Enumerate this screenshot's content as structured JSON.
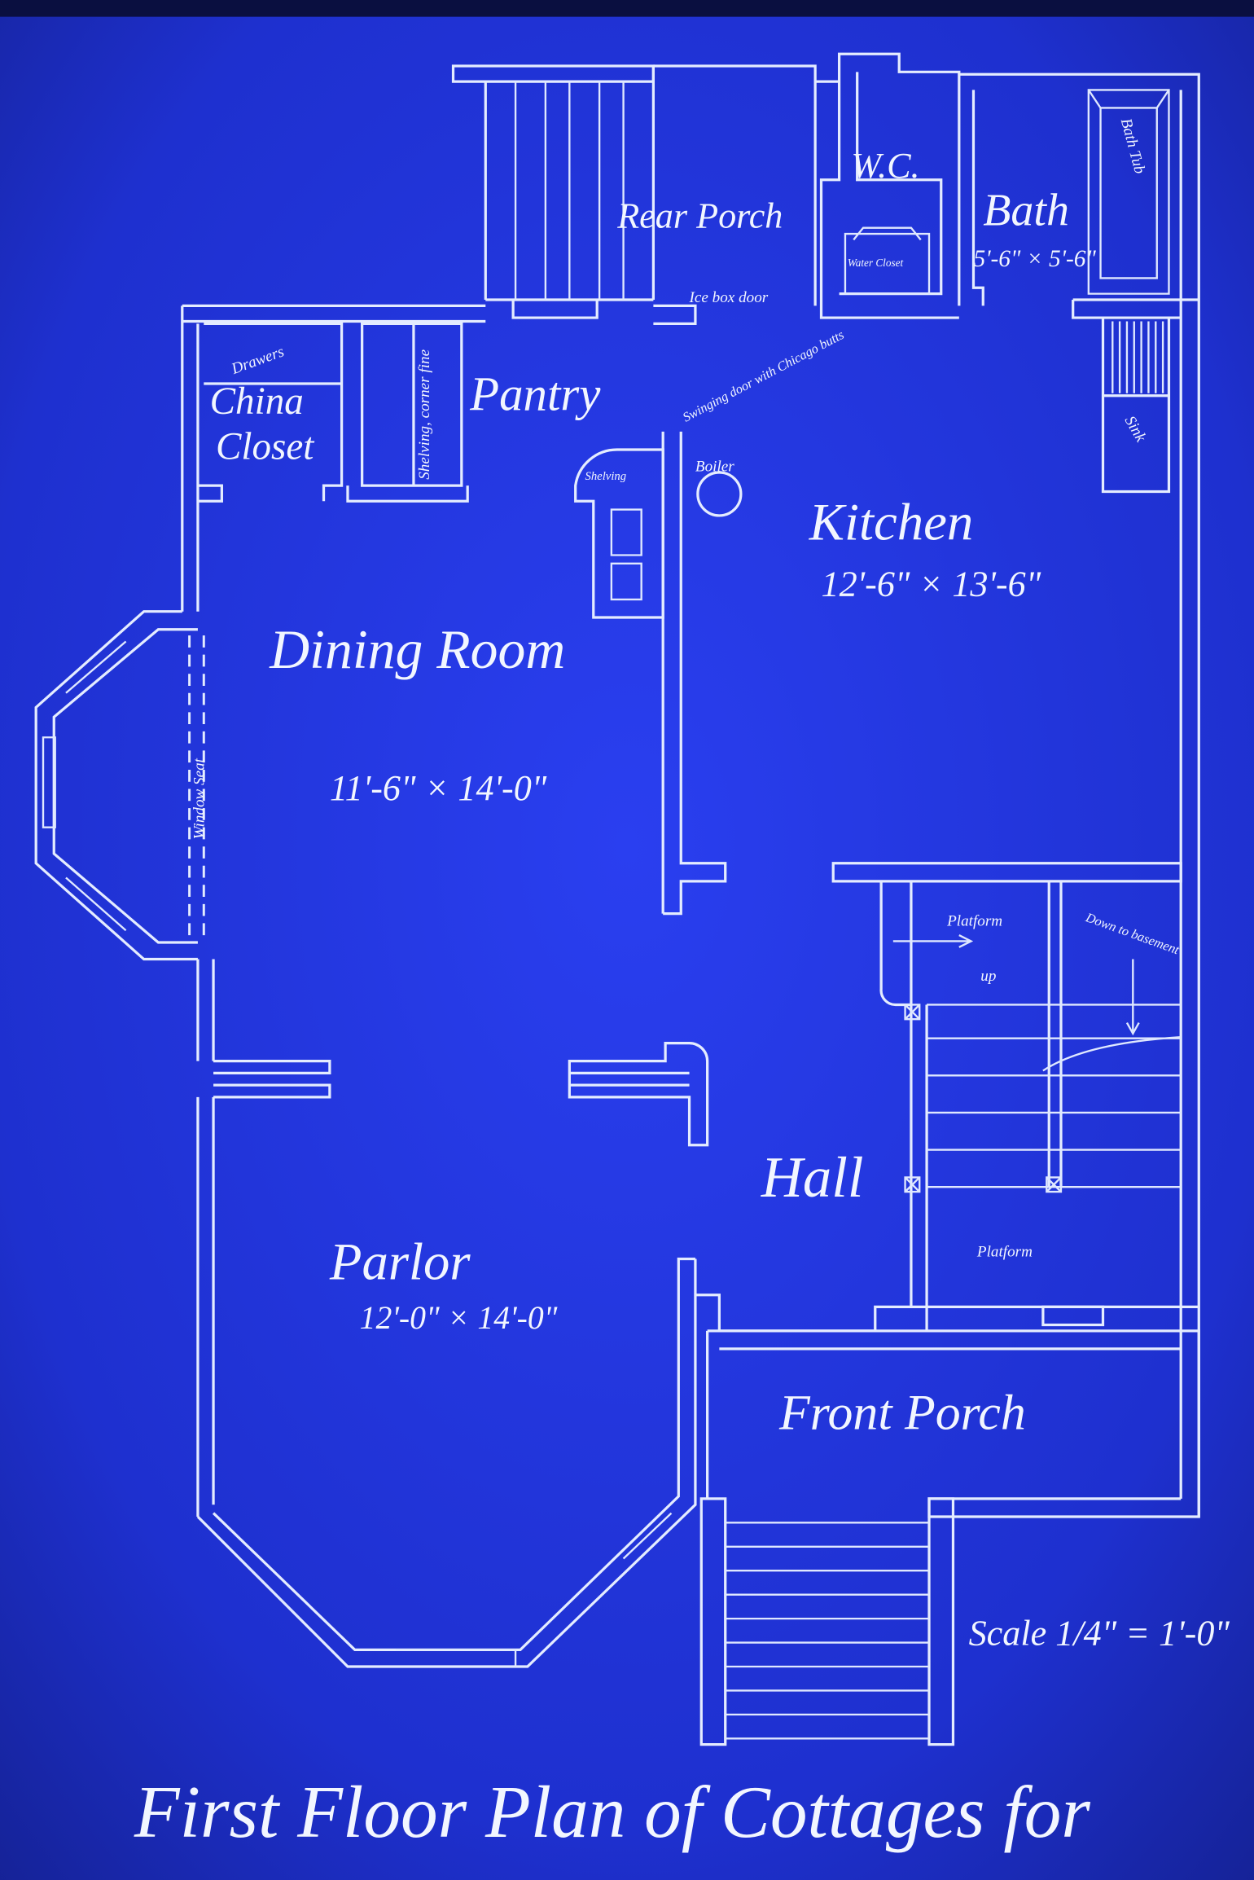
{
  "title": "First Floor Plan of Cottages for",
  "scale": "Scale 1/4\" = 1'-0\"",
  "rooms": {
    "rear_porch": "Rear Porch",
    "ice_door": "Ice box door",
    "wc": "W.C.",
    "water_closet": "Water Closet",
    "bath": "Bath",
    "bath_dims": "5'-6\" × 5'-6\"",
    "bath_tub": "Bath Tub",
    "sink": "Sink",
    "drawers": "Drawers",
    "china_1": "China",
    "china_2": "Closet",
    "pantry_shelving": "Shelving, corner fine",
    "pantry": "Pantry",
    "swinging_door": "Swinging door with Chicago butts",
    "shelving": "Shelving",
    "boiler": "Boiler",
    "kitchen": "Kitchen",
    "kitchen_dims": "12'-6\" × 13'-6\"",
    "dining": "Dining Room",
    "dining_dims": "11'-6\" × 14'-0\"",
    "window_seat": "Window Seat",
    "platform_up_label": "Platform",
    "up": "up",
    "down_basement": "Down to basement",
    "hall": "Hall",
    "platform_lower": "Platform",
    "parlor": "Parlor",
    "parlor_dims": "12'-0\" × 14'-0\"",
    "front_porch": "Front Porch"
  },
  "colors": {
    "paper": "#1f33d2",
    "line": "#e4ecff"
  }
}
